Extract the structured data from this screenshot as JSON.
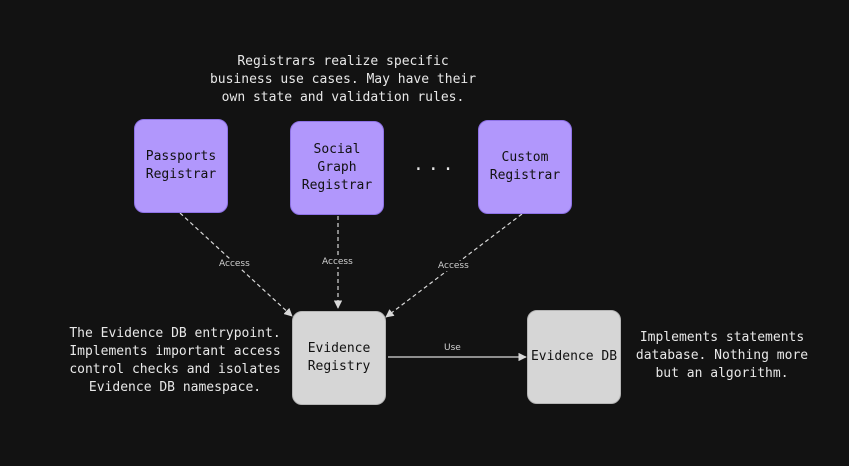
{
  "notes": {
    "registrars": "Registrars realize specific\nbusiness use cases. May have their\nown state and validation rules.",
    "evidence_registry": "The Evidence DB entrypoint.\nImplements important access\ncontrol checks and isolates\nEvidence DB namespace.",
    "evidence_db": "Implements statements\ndatabase. Nothing more\nbut an algorithm."
  },
  "nodes": {
    "passports_registrar": "Passports\nRegistrar",
    "social_graph_registrar": "Social\nGraph\nRegistrar",
    "ellipsis": "...",
    "custom_registrar": "Custom\nRegistrar",
    "evidence_registry": "Evidence\nRegistry",
    "evidence_db": "Evidence DB"
  },
  "edges": {
    "passports_access": "Access",
    "social_access": "Access",
    "custom_access": "Access",
    "registry_use": "Use"
  },
  "colors": {
    "background": "#121212",
    "registrar_fill": "#b197fc",
    "core_fill": "#d6d6d6",
    "text_light": "#e8e8e8",
    "edge": "#d0d0d0"
  }
}
